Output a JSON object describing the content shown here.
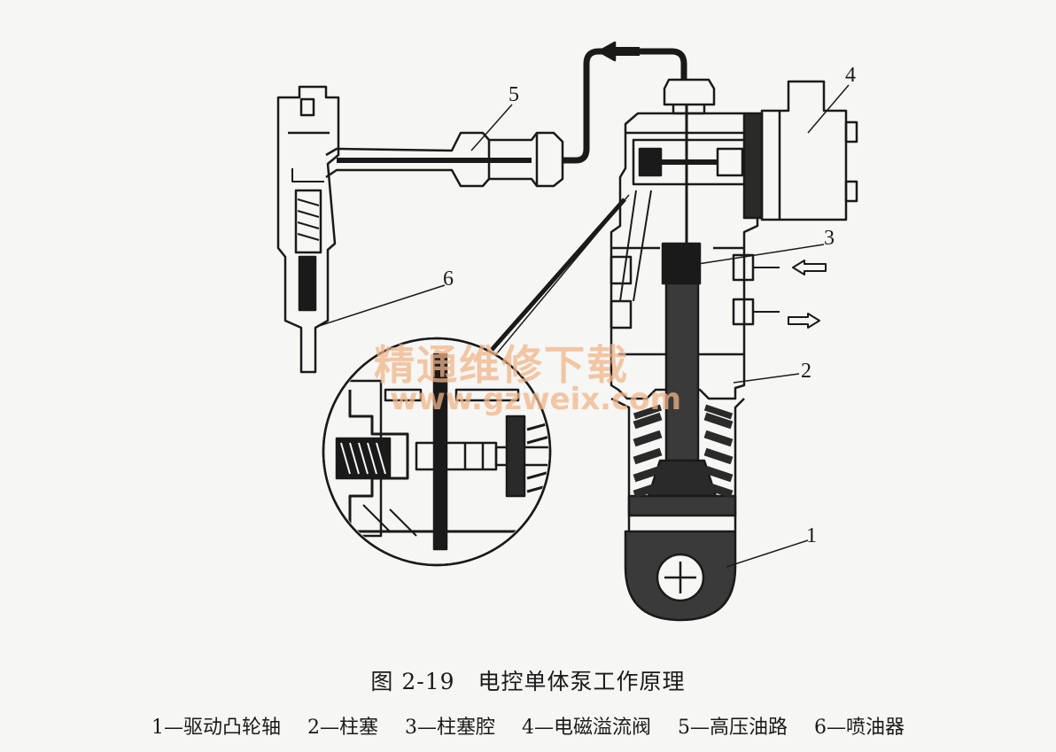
{
  "figure": {
    "number": "图 2-19",
    "title": "电控单体泵工作原理",
    "callouts": [
      "1",
      "2",
      "3",
      "4",
      "5",
      "6"
    ],
    "legend": [
      "1—驱动凸轮轴",
      "2—柱塞",
      "3—柱塞腔",
      "4—电磁溢流阀",
      "5—高压油路",
      "6—喷油器"
    ],
    "watermark": {
      "text": "精通维修下载",
      "url": "www.gzweix.com"
    }
  },
  "colors": {
    "background": "#f6f6f4",
    "ink": "#1a1a1a",
    "watermark": "#f0b488"
  }
}
